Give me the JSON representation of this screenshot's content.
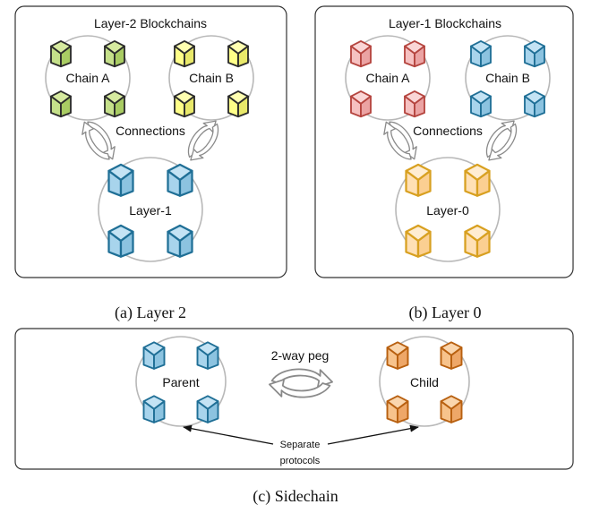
{
  "colors": {
    "green_face": "#c5e08a",
    "green_top": "#d6ea9f",
    "green_side": "#a9cc63",
    "green_stroke": "#2b2b2b",
    "yellow_face": "#ffff88",
    "yellow_top": "#ffffb0",
    "yellow_side": "#e9e96a",
    "yellow_stroke": "#2b2b2b",
    "blue_face": "#a8d4ec",
    "blue_top": "#c4e3f4",
    "blue_side": "#8cc3e0",
    "blue_stroke": "#1f6f96",
    "red_face": "#f6c1c1",
    "red_top": "#fad6d6",
    "red_side": "#eba3a3",
    "red_stroke": "#b5453f",
    "peach_face": "#ffe0b5",
    "peach_top": "#ffedd2",
    "peach_side": "#fbcf92",
    "peach_stroke": "#d8a020",
    "orange_face": "#f7c38c",
    "orange_top": "#fad6ae",
    "orange_side": "#eea768",
    "orange_stroke": "#b86010",
    "panel_stroke": "#333333",
    "ring_stroke": "#b8b8b8"
  },
  "panel_a": {
    "title": "Layer-2 Blockchains",
    "chain_a": "Chain A",
    "chain_b": "Chain B",
    "connections": "Connections",
    "base": "Layer-1",
    "caption": "(a) Layer 2"
  },
  "panel_b": {
    "title": "Layer-1 Blockchains",
    "chain_a": "Chain A",
    "chain_b": "Chain B",
    "connections": "Connections",
    "base": "Layer-0",
    "caption": "(b) Layer 0"
  },
  "panel_c": {
    "parent": "Parent",
    "child": "Child",
    "peg": "2-way peg",
    "separate_line1": "Separate",
    "separate_line2": "protocols",
    "caption": "(c) Sidechain"
  },
  "icons": {
    "block": "cube-icon",
    "exchange": "sync-arrows-icon",
    "pointer": "arrow-icon"
  }
}
